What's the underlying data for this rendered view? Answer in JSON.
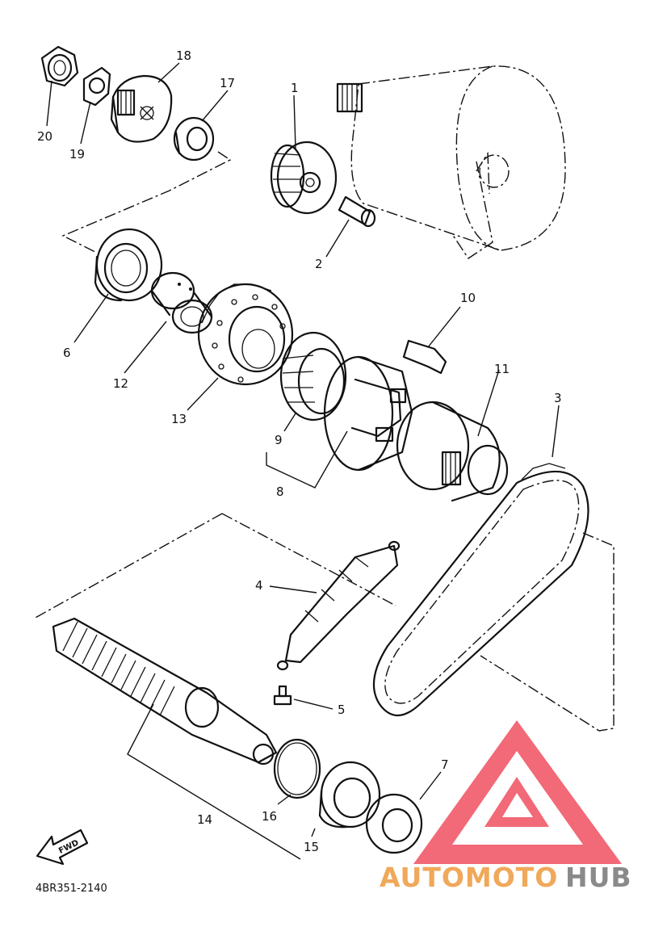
{
  "diagram": {
    "catalog_code": "4BR351-2140",
    "fwd_label": "FWD",
    "parts": [
      {
        "num": "1"
      },
      {
        "num": "2"
      },
      {
        "num": "3"
      },
      {
        "num": "4"
      },
      {
        "num": "5"
      },
      {
        "num": "6"
      },
      {
        "num": "7"
      },
      {
        "num": "8"
      },
      {
        "num": "9"
      },
      {
        "num": "10"
      },
      {
        "num": "11"
      },
      {
        "num": "12"
      },
      {
        "num": "13"
      },
      {
        "num": "14"
      },
      {
        "num": "15"
      },
      {
        "num": "16"
      },
      {
        "num": "17"
      },
      {
        "num": "18"
      },
      {
        "num": "19"
      },
      {
        "num": "20"
      }
    ]
  },
  "watermark": {
    "text_orange": "AUTOMOTO",
    "text_gray": "HUB",
    "color_orange": "#f0a85a",
    "color_gray": "#8a8a8a",
    "logo_color": "#f05060"
  }
}
